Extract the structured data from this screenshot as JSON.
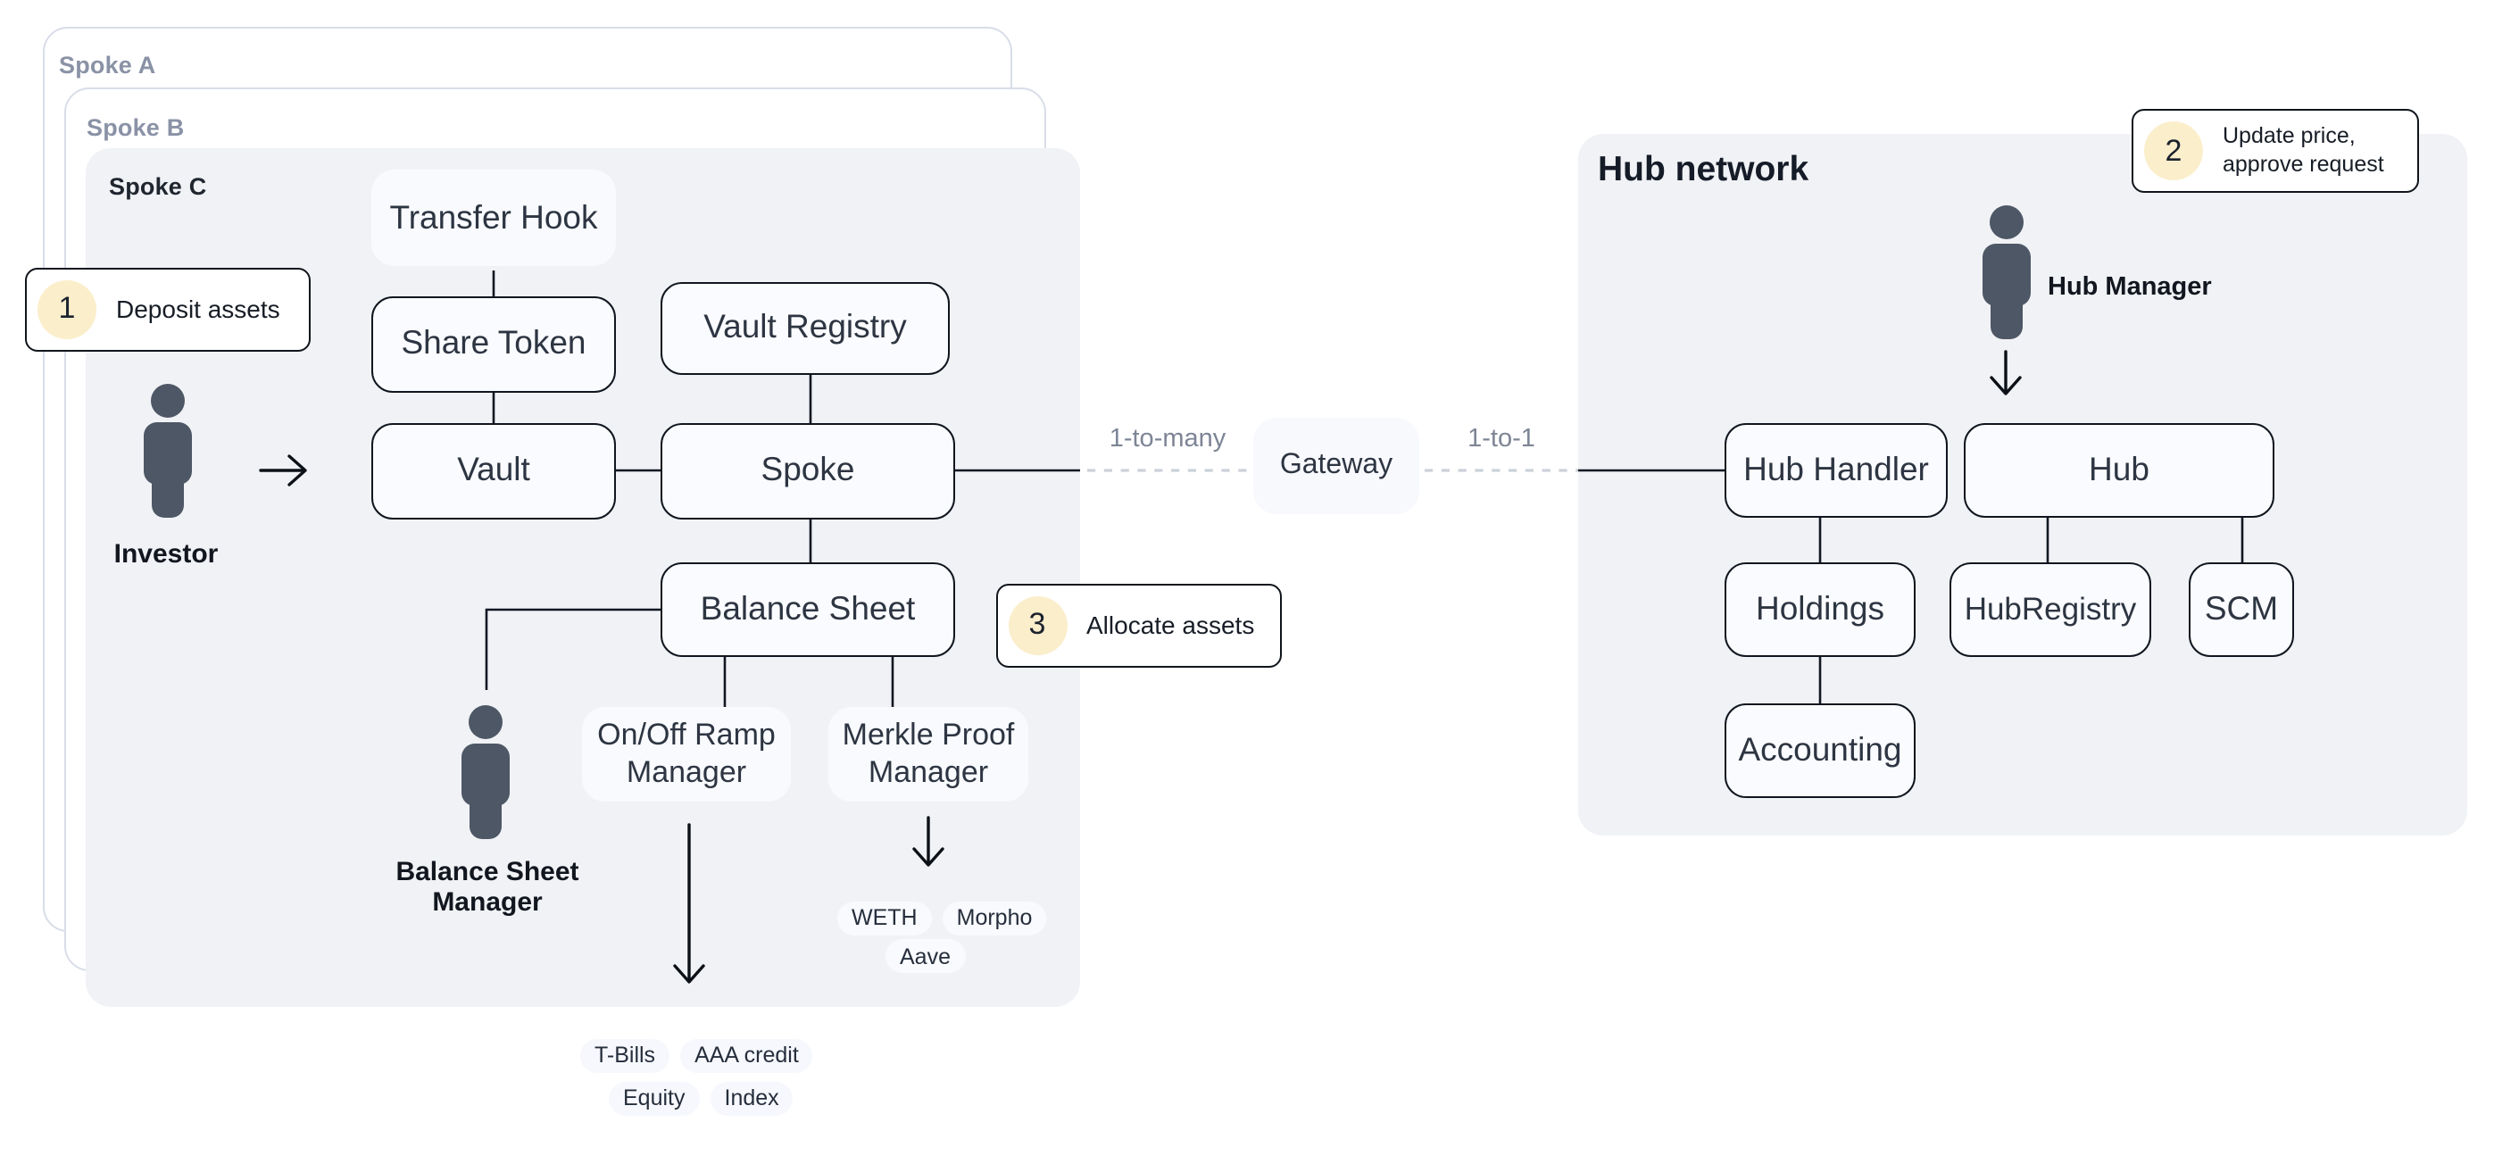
{
  "diagram": {
    "panels": {
      "spoke_a": "Spoke A",
      "spoke_b": "Spoke B",
      "spoke_c": "Spoke C",
      "hub": "Hub network"
    },
    "nodes": {
      "transfer_hook": "Transfer Hook",
      "share_token": "Share Token",
      "vault_registry": "Vault Registry",
      "vault": "Vault",
      "spoke": "Spoke",
      "balance_sheet": "Balance Sheet",
      "onoff_ramp": "On/Off Ramp Manager",
      "merkle": "Merkle Proof Manager",
      "gateway": "Gateway",
      "hub_handler": "Hub Handler",
      "hub": "Hub",
      "holdings": "Holdings",
      "hub_registry": "HubRegistry",
      "scm": "SCM",
      "accounting": "Accounting"
    },
    "actors": {
      "investor": "Investor",
      "balance_sheet_manager": "Balance Sheet Manager",
      "hub_manager": "Hub Manager"
    },
    "callouts": {
      "c1": {
        "number": "1",
        "label": "Deposit assets"
      },
      "c2": {
        "number": "2",
        "line1": "Update price,",
        "line2": "approve request"
      },
      "c3": {
        "number": "3",
        "label": "Allocate assets"
      }
    },
    "edge_labels": {
      "one_to_many": "1-to-many",
      "one_to_one": "1-to-1"
    },
    "assets": {
      "merkle": [
        "WETH",
        "Morpho",
        "Aave"
      ],
      "ramp": [
        "T-Bills",
        "AAA credit",
        "Equity",
        "Index"
      ]
    },
    "colors": {
      "panel_fill": "#f0f2f5",
      "node_border": "#10161f",
      "callout_circle": "#fbeecb",
      "person": "#4e5766",
      "dashed_line": "#ccd1d9"
    }
  }
}
